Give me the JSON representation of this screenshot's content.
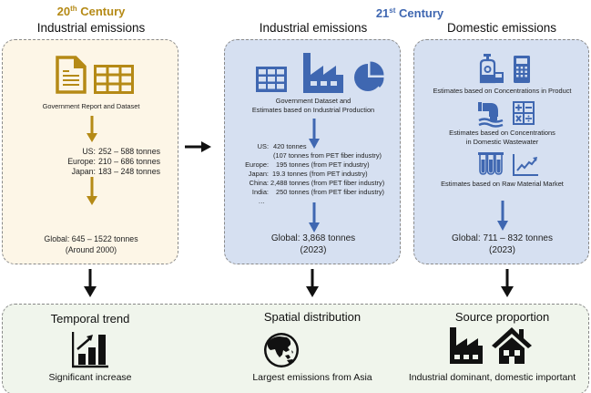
{
  "headers": {
    "c20": {
      "prefix": "20",
      "sup": "th",
      "suffix": " Century"
    },
    "c21": {
      "prefix": "21",
      "sup": "st",
      "suffix": " Century"
    }
  },
  "colors": {
    "gold": "#b58a16",
    "blue": "#3f67b1",
    "beige_bg": "#fdf6e7",
    "blue_bg": "#d6e0f1",
    "green_bg": "#f0f5ec",
    "black": "#111111"
  },
  "panel20": {
    "title": "Industrial emissions",
    "icons": [
      "document-icon",
      "table-icon"
    ],
    "source_label": "Government Report and Dataset",
    "regions": [
      {
        "label": "US:",
        "value": "252 – 588 tonnes"
      },
      {
        "label": "Europe:",
        "value": "210 – 686 tonnes"
      },
      {
        "label": "Japan:",
        "value": "183 – 248 tonnes"
      }
    ],
    "global": "Global: 645 – 1522 tonnes",
    "global_note": "(Around 2000)"
  },
  "panel21_industrial": {
    "title": "Industrial emissions",
    "icons": [
      "table-icon",
      "factory-icon",
      "pie-chart-icon"
    ],
    "source_label_1": "Government Dataset and",
    "source_label_2": "Estimates based on Industrial Production",
    "regions": [
      {
        "label": "US:",
        "value": "420 tonnes"
      },
      {
        "label": "",
        "value": "(107 tonnes from PET fiber industry)"
      },
      {
        "label": "Europe:",
        "value": "195 tonnes (from PET industry)"
      },
      {
        "label": "Japan:",
        "value": "19.3 tonnes (from PET industry)"
      },
      {
        "label": "China:",
        "value": "2,488 tonnes (from PET fiber industry)"
      },
      {
        "label": "India:",
        "value": "250 tonnes (from PET fiber industry)"
      },
      {
        "label": "…",
        "value": ""
      }
    ],
    "global": "Global: 3,868 tonnes",
    "global_note": "(2023)"
  },
  "panel21_domestic": {
    "title": "Domestic emissions",
    "methods": [
      {
        "icons": [
          "bottle-icon",
          "calculator-icon"
        ],
        "label_1": "Estimates based on Concentrations in Product",
        "label_2": ""
      },
      {
        "icons": [
          "wastewater-pipe-icon",
          "math-operators-icon"
        ],
        "label_1": "Estimates based on Concentrations",
        "label_2": "in Domestic Wastewater"
      },
      {
        "icons": [
          "test-tubes-icon",
          "line-chart-icon"
        ],
        "label_1": "Estimates based on Raw Material Market",
        "label_2": ""
      }
    ],
    "global": "Global: 711 – 832 tonnes",
    "global_note": "(2023)"
  },
  "conclusions": [
    {
      "title": "Temporal trend",
      "icon": "bar-chart-increase-icon",
      "subtitle": "Significant increase"
    },
    {
      "title": "Spatial distribution",
      "icon": "globe-asia-icon",
      "subtitle": "Largest emissions from Asia"
    },
    {
      "title": "Source proportion",
      "icon": "factory-house-icon",
      "subtitle": "Industrial dominant, domestic important"
    }
  ]
}
